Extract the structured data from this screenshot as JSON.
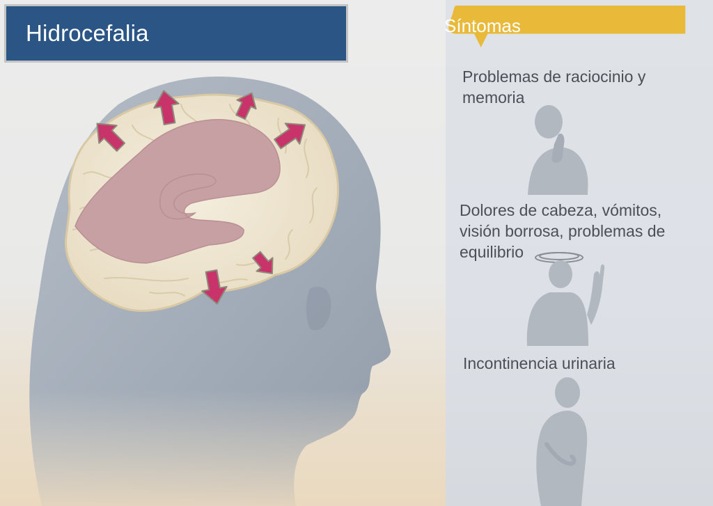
{
  "title": "Hidrocefalia",
  "sidebar": {
    "heading": "Síntomas",
    "symptoms": [
      {
        "text": "Problemas de raciocinio y memoria",
        "icon": "thinking-person-icon"
      },
      {
        "text": "Dolores de cabeza, vómitos, visión borrosa, problemas de equilibrio",
        "icon": "dizzy-person-icon"
      },
      {
        "text": "Incontinencia urinaria",
        "icon": "incontinence-person-icon"
      }
    ]
  },
  "colors": {
    "title_bg": "#2a5585",
    "banner": "#e9b93a",
    "ventricle": "#c7a0a4",
    "brain": "#efe7d3",
    "arrow": "#c8336a",
    "head": "#a3adb9"
  }
}
